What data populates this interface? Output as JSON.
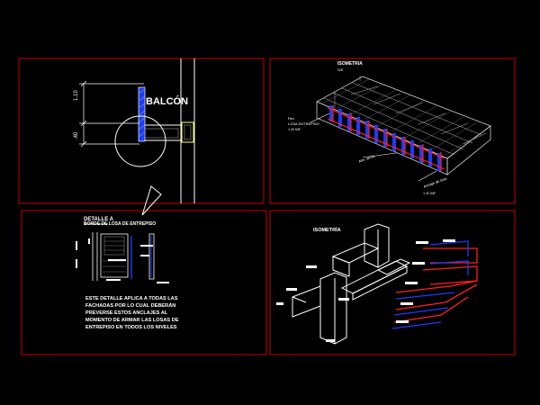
{
  "colors": {
    "background": "#000000",
    "frame": "#cc0000",
    "line": "#ffffff",
    "blue": "#1a3cff",
    "red": "#ff2020",
    "hatch_gray": "#9a9a9a",
    "yellow": "#ffff66"
  },
  "panel1": {
    "title": "BALCÓN",
    "dim_upper": "1.10",
    "dim_lower": ".40"
  },
  "panel2": {
    "title": "ISOMETRIA",
    "subtitle": "S/E",
    "label_left_1": "Rev",
    "label_left_2": "LOSA ENTREPISO",
    "label_left_3": "1 Ø 3/8\"",
    "label_bottom_1": "Alm. ancla",
    "label_bottom_2": "Anclaje de losa",
    "label_bottom_3": "1 Ø 3/8\""
  },
  "panel3": {
    "title": "DETALLE A",
    "subtitle": "BORDE DE LOSA DE ENTREPISO",
    "note_lines": [
      "ESTE DETALLE APLICA A TODAS LAS",
      "FACHADAS POR LO CUAL DEBERÁN",
      "PREVERSE ESTOS ANCLAJES AL",
      "MOMENTO DE ARMAR LAS LOSAS DE",
      "ENTREPISO EN TODOS LOS NIVELES"
    ]
  },
  "panel4": {
    "title": "ISOMETRÍA"
  }
}
